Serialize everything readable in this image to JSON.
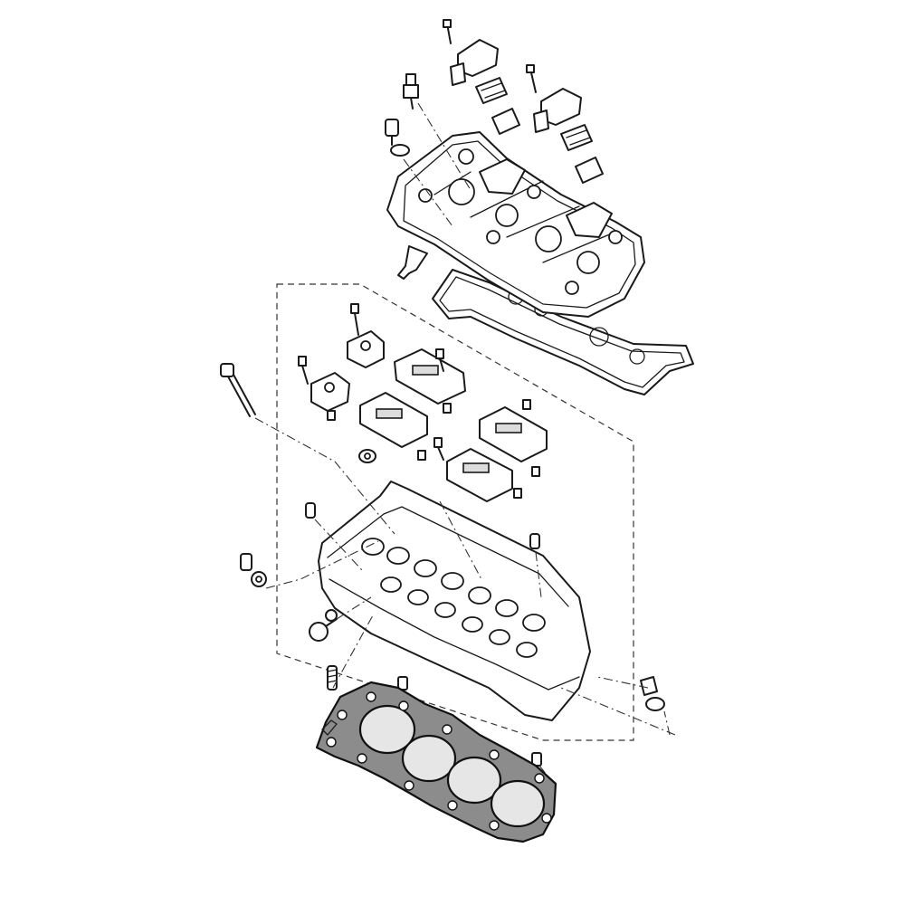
{
  "diagram": {
    "kind": "exploded-view",
    "assemblies": [
      {
        "id": "valve-cover",
        "parts": [
          "ignition-coil",
          "ignition-coil",
          "plug-cap",
          "spark-plug",
          "cover-bolt",
          "rubber-grommet",
          "valve-cover",
          "cover-gasket",
          "bracket"
        ]
      },
      {
        "id": "camshaft-holders",
        "parts": [
          "cam-holder",
          "cam-holder",
          "cam-holder",
          "cam-holder",
          "cam-holder",
          "holder-bolt",
          "dowel-pin",
          "long-stud-bolt"
        ]
      },
      {
        "id": "cylinder-head",
        "parts": [
          "cylinder-head",
          "oil-plug",
          "stud",
          "sealing-washer",
          "head-bolt",
          "dowel-pin"
        ]
      },
      {
        "id": "head-gasket",
        "parts": [
          "head-gasket"
        ],
        "bores": 4
      }
    ],
    "colors": {
      "line": "#1a1a1a",
      "gasket": "#8c8c8c",
      "bore": "#e6e6e6",
      "background": "#ffffff"
    }
  }
}
